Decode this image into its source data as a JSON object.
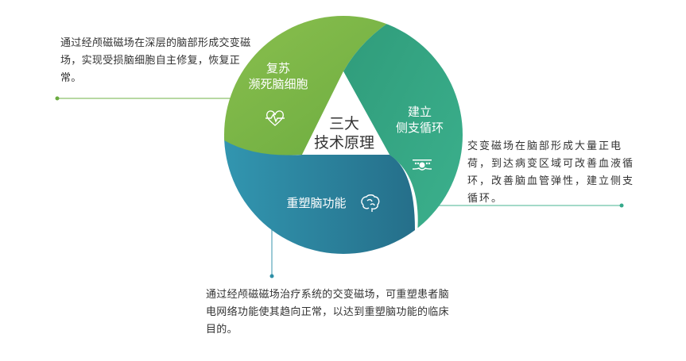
{
  "center": {
    "line1": "三大",
    "line2": "技术原理"
  },
  "segments": [
    {
      "line1": "复苏",
      "line2": "濒死脑细胞",
      "icon": "heart-pulse-icon",
      "color": "#7ab648"
    },
    {
      "line1": "建立",
      "line2": "侧支循环",
      "icon": "vessel-icon",
      "color": "#35a98a"
    },
    {
      "line1": "重塑脑功能",
      "icon": "brain-icon",
      "color": "#2e8fa6"
    }
  ],
  "descriptions": {
    "left": "通过经颅磁磁场在深层的脑部形成交变磁场，实现受损脑细胞自主修复，恢复正常。",
    "right": "交变磁场在脑部形成大量正电荷，到达病变区域可改善血液循环，改善脑血管弹性，建立侧支循环。",
    "bottom": "通过经颅磁磁场治疗系统的交变磁场，可重塑患者脑电网络功能使其趋向正常，以达到重塑脑功能的临床目的。"
  },
  "colors": {
    "green": "#7ab648",
    "teal": "#35a98a",
    "blue": "#2e8fa6",
    "text": "#333333"
  }
}
